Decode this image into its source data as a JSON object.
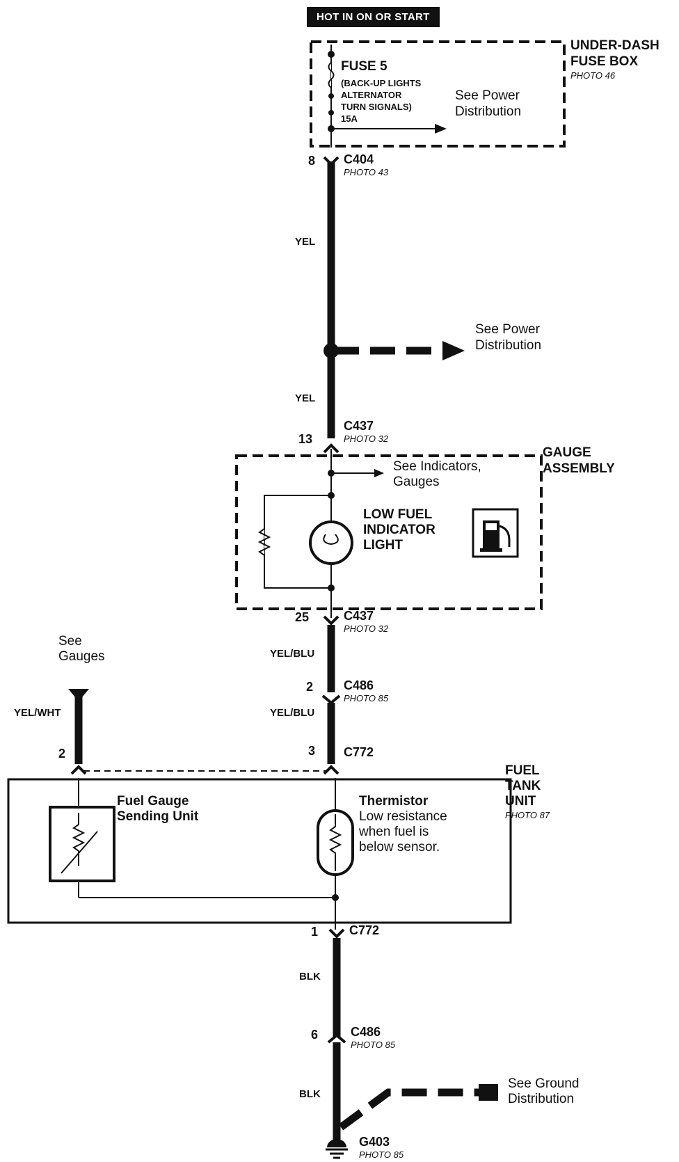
{
  "header": {
    "label": "HOT IN ON OR START"
  },
  "fuse_box": {
    "title_line1": "UNDER-DASH",
    "title_line2": "FUSE BOX",
    "photo": "PHOTO 46"
  },
  "fuse": {
    "name": "FUSE 5",
    "lines": [
      "(BACK-UP LIGHTS",
      "ALTERNATOR",
      "TURN SIGNALS)",
      "15A"
    ],
    "see_line1": "See Power",
    "see_line2": "Distribution"
  },
  "connectors": [
    {
      "name": "C404",
      "pin": "8",
      "photo": "PHOTO 43"
    },
    {
      "name": "C437",
      "pin": "13",
      "photo": "PHOTO 32"
    },
    {
      "name": "C437",
      "pin": "25",
      "photo": "PHOTO 32"
    },
    {
      "name": "C486",
      "pin": "2",
      "photo": "PHOTO 85"
    },
    {
      "name": "C772",
      "pin": "3",
      "photo": ""
    },
    {
      "name": "C772",
      "pin": "2",
      "photo": ""
    },
    {
      "name": "C772",
      "pin": "1",
      "photo": ""
    },
    {
      "name": "C486",
      "pin": "6",
      "photo": "PHOTO 85"
    }
  ],
  "wires": [
    "YEL",
    "YEL",
    "YEL/BLU",
    "YEL/BLU",
    "YEL/WHT",
    "BLK",
    "BLK"
  ],
  "power_splice": {
    "see_line1": "See Power",
    "see_line2": "Distribution"
  },
  "gauge_assembly": {
    "title_line1": "GAUGE",
    "title_line2": "ASSEMBLY",
    "see_line1": "See Indicators,",
    "see_line2": "Gauges",
    "light_line1": "LOW FUEL",
    "light_line2": "INDICATOR",
    "light_line3": "LIGHT",
    "icon": "fuel-pump-icon"
  },
  "see_gauges": {
    "line1": "See",
    "line2": "Gauges"
  },
  "fuel_tank": {
    "title_line1": "FUEL",
    "title_line2": "TANK",
    "title_line3": "UNIT",
    "photo": "PHOTO 87",
    "sender_line1": "Fuel Gauge",
    "sender_line2": "Sending Unit",
    "thermistor_title": "Thermistor",
    "thermistor_line1": "Low resistance",
    "thermistor_line2": "when fuel is",
    "thermistor_line3": "below sensor."
  },
  "ground": {
    "name": "G403",
    "photo": "PHOTO 85",
    "see_line1": "See Ground",
    "see_line2": "Distribution"
  }
}
